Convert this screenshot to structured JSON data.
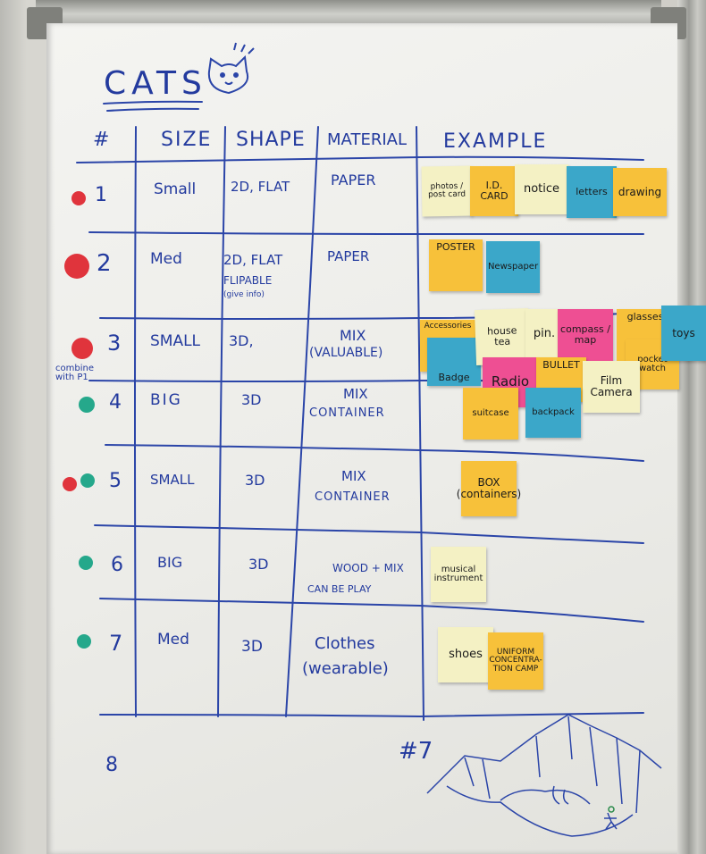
{
  "board": {
    "title": "CATS",
    "headers": [
      "#",
      "SIZE",
      "SHAPE",
      "MATERIAL",
      "EXAMPLE"
    ],
    "rows": [
      {
        "num": "1",
        "size": "Small",
        "shape": "2D, FLAT",
        "shape2": "",
        "shape3": "",
        "material": "PAPER",
        "material2": "",
        "notes": [
          "photos / post card",
          "I.D. CARD",
          "notice",
          "letters",
          "drawing"
        ]
      },
      {
        "num": "2",
        "size": "Med",
        "shape": "2D, FLAT",
        "shape2": "FLIPABLE",
        "shape3": "(give info)",
        "material": "PAPER",
        "material2": "",
        "notes": [
          "POSTER",
          "Newspaper"
        ]
      },
      {
        "num": "3",
        "size": "SMALL",
        "shape": "3D,",
        "shape2": "",
        "shape3": "",
        "material": "MIX",
        "material2": "(VALUABLE)",
        "notes": [
          "Accessories",
          "Badge",
          "house tea",
          "pin.",
          "compass / map",
          "glasses",
          "pocket watch",
          "toys",
          "Radio",
          "BULLET",
          "Film Camera"
        ]
      },
      {
        "num": "4",
        "size": "BIG",
        "shape": "3D",
        "shape2": "",
        "shape3": "",
        "material": "MIX",
        "material2": "CONTAINER",
        "notes": [
          "suitcase",
          "backpack"
        ]
      },
      {
        "num": "5",
        "size": "SMALL",
        "shape": "3D",
        "shape2": "",
        "shape3": "",
        "material": "MIX",
        "material2": "CONTAINER",
        "notes": [
          "BOX (containers)"
        ]
      },
      {
        "num": "6",
        "size": "BIG",
        "shape": "3D",
        "shape2": "",
        "shape3": "",
        "material": "WOOD + MIX",
        "material2": "CAN BE PLAY",
        "notes": [
          "musical instrument"
        ]
      },
      {
        "num": "7",
        "size": "Med",
        "shape": "3D",
        "shape2": "",
        "shape3": "",
        "material": "Clothes",
        "material2": "(wearable)",
        "notes": [
          "shoes",
          "UNIFORM CONCENTRA- TION CAMP"
        ]
      }
    ],
    "row8": "8",
    "combine_note": "combine with P1",
    "sketch_label": "#7",
    "colors": {
      "ink": "#233a9e",
      "sticky_yellow": "#f7c13a",
      "sticky_pale": "#f4f1c4",
      "sticky_blue": "#3ba7c9",
      "sticky_pink": "#ee4f93",
      "dot_red": "#e0343c",
      "dot_green": "#25a88b"
    }
  }
}
